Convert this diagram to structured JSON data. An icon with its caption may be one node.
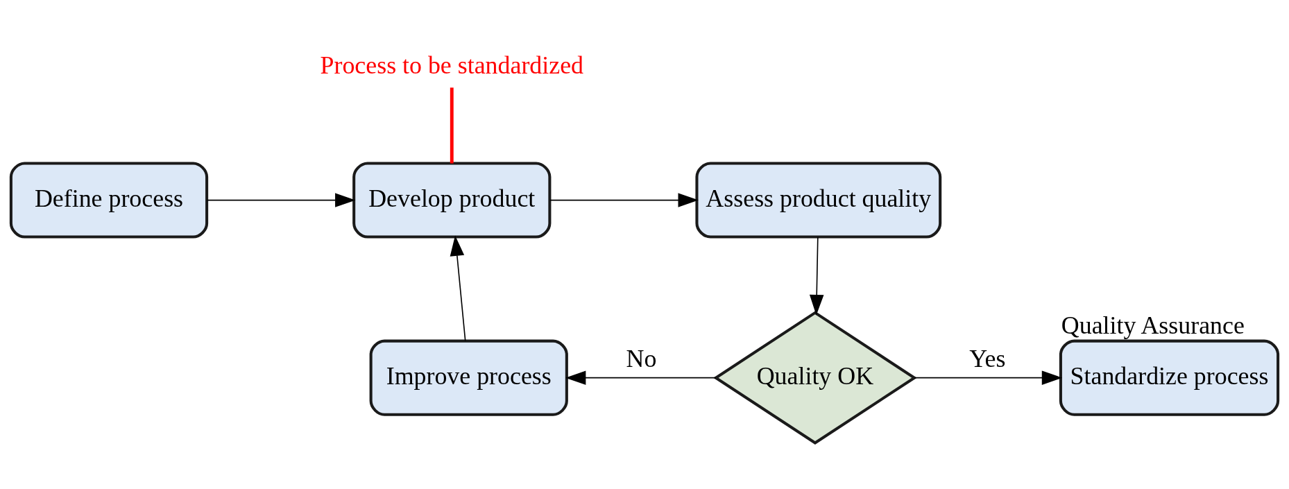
{
  "diagram": {
    "nodes": [
      {
        "text": [
          "Define process"
        ]
      },
      {
        "text": [
          "Develop product"
        ]
      },
      {
        "text": [
          "Assess product quality"
        ]
      },
      {
        "text": [
          "Quality OK"
        ]
      },
      {
        "text": [
          "Improve process"
        ]
      },
      {
        "text": [
          "Standardize process"
        ],
        "beside": [
          "Quality Assurance"
        ]
      },
      {
        "text": [
          "Process to be standardized"
        ]
      }
    ],
    "edges": [
      {
        "from": 0,
        "to": 1,
        "arrow": "to"
      },
      {
        "from": 1,
        "to": 2,
        "arrow": "to"
      },
      {
        "from": 2,
        "to": 3,
        "arrow": "to"
      },
      {
        "from": 3,
        "to": 4,
        "arrow": "to",
        "label": "No"
      },
      {
        "from": 4,
        "to": 1,
        "arrow": "to"
      },
      {
        "from": 3,
        "to": 5,
        "arrow": "to",
        "label": "Yes"
      },
      {
        "from": 6,
        "to": 1,
        "arrow": "none",
        "style": "thick",
        "color": "#ff0000"
      }
    ]
  }
}
